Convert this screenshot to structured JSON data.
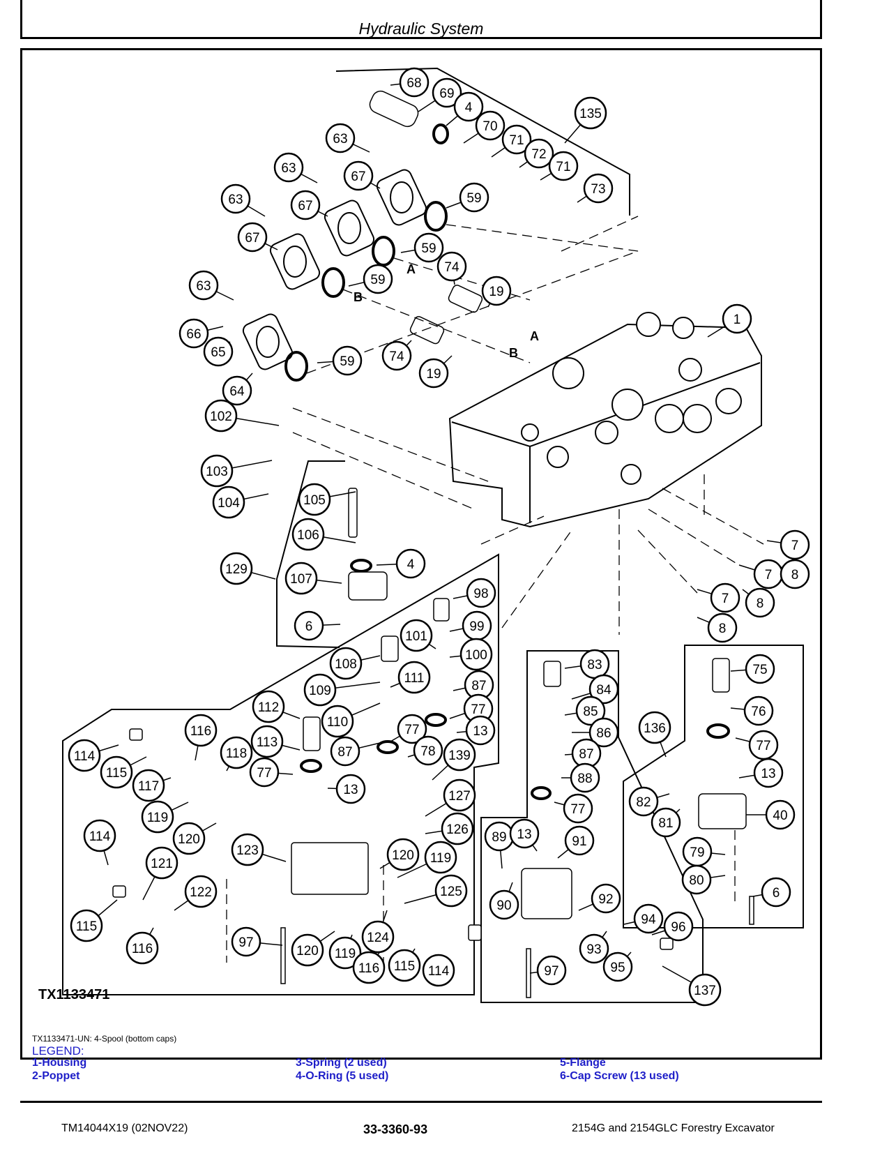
{
  "header": {
    "title": "Hydraulic System"
  },
  "figure": {
    "id": "TX1133471",
    "caption": "TX1133471-UN: 4-Spool (bottom caps)",
    "path_marks": [
      "A",
      "B"
    ]
  },
  "legend": {
    "heading": "LEGEND:",
    "items": [
      "1-Housing",
      "2-Poppet",
      "3-Spring (2 used)",
      "4-O-Ring (5 used)",
      "5-Flange",
      "6-Cap Screw (13 used)"
    ]
  },
  "footer": {
    "doc_id": "TM14044X19 (02NOV22)",
    "page": "33-3360-93",
    "product": "2154G and 2154GLC Forestry Excavator"
  }
}
